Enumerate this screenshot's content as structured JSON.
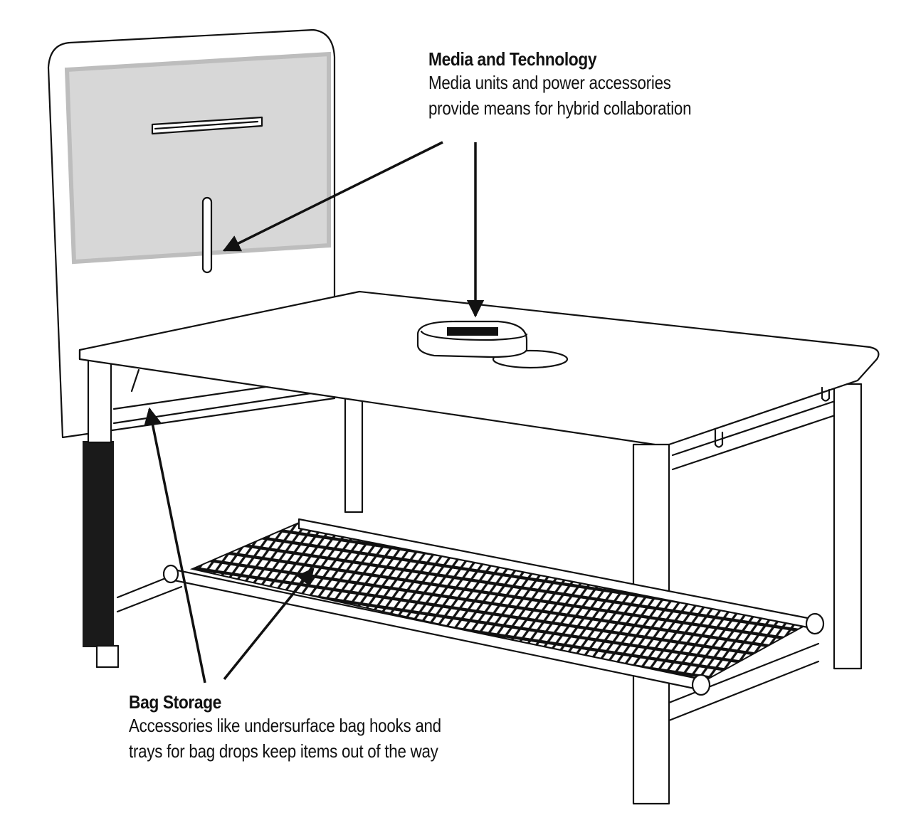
{
  "callouts": {
    "media": {
      "title": "Media and Technology",
      "lines": [
        "Media units and power accessories",
        "provide means for hybrid collaboration"
      ]
    },
    "bag": {
      "title": "Bag Storage",
      "lines": [
        "Accessories like undersurface bag hooks and",
        "trays for bag drops keep items out of the way"
      ]
    }
  },
  "colors": {
    "line": "#111111",
    "panel_fabric": "#d7d7d7",
    "panel_frame": "#ffffff",
    "leg_riser": "#1a1a1a",
    "background": "#ffffff"
  }
}
